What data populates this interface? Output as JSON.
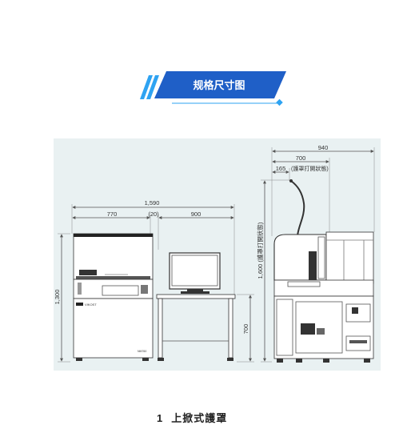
{
  "banner": {
    "title": "规格尺寸图",
    "colors": {
      "primary": "#1f5fc7",
      "light": "#2ea3f2"
    }
  },
  "front_view": {
    "total_width": "1,590",
    "part_width_left": "770",
    "gap": "(20)",
    "part_width_right": "900",
    "machine_height": "1,300",
    "table_height": "700",
    "brand_label": "VIKOST",
    "model_plate": "NM760"
  },
  "side_view": {
    "total_depth": "940",
    "depth_to_arm": "700",
    "arm_offset": "165",
    "arm_offset_note": "(護罩打開狀態)",
    "open_height": "1,600 (護罩打開狀態)"
  },
  "caption": {
    "number": "1",
    "text": "上掀式護罩"
  }
}
